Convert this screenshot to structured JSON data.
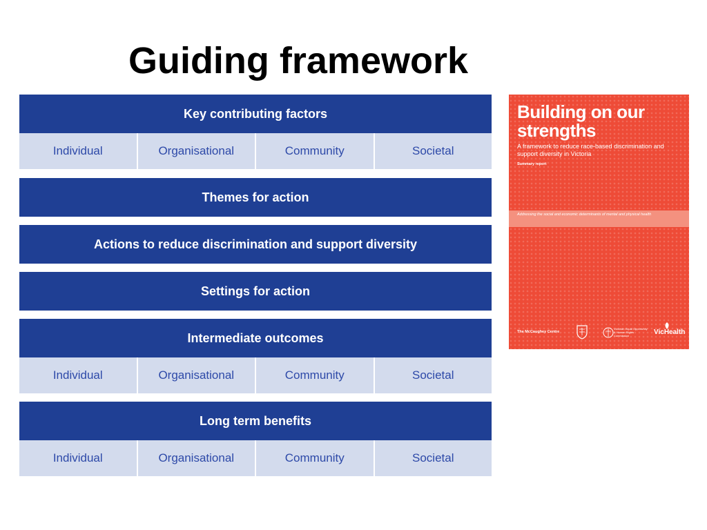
{
  "title": "Guiding framework",
  "key_contributing_factors": {
    "header": "Key contributing factors",
    "cells": [
      "Individual",
      "Organisational",
      "Community",
      "Societal"
    ]
  },
  "themes_for_action": {
    "header": "Themes for action"
  },
  "actions": {
    "header": "Actions to reduce discrimination and support diversity"
  },
  "settings_for_action": {
    "header": "Settings for action"
  },
  "intermediate_outcomes": {
    "header": "Intermediate outcomes",
    "cells": [
      "Individual",
      "Organisational",
      "Community",
      "Societal"
    ]
  },
  "long_term_benefits": {
    "header": "Long term benefits",
    "cells": [
      "Individual",
      "Organisational",
      "Community",
      "Societal"
    ]
  },
  "report_cover": {
    "title": "Building on our strengths",
    "subtitle": "A framework to reduce race-based discrimination and support diversity in Victoria",
    "label": "Summary report",
    "band_text": "Addressing the social and economic determinants of mental and physical health",
    "logo_mccaughey": "The McCaughey Centre",
    "logo_commission": "Victorian Equal Opportunity & Human Rights Commission",
    "logo_vichealth": "VicHealth",
    "background_color": "#ee4b37"
  },
  "colors": {
    "header_bg": "#1f3f94",
    "cell_bg": "#d3dbed",
    "cell_text": "#2d49a8"
  }
}
